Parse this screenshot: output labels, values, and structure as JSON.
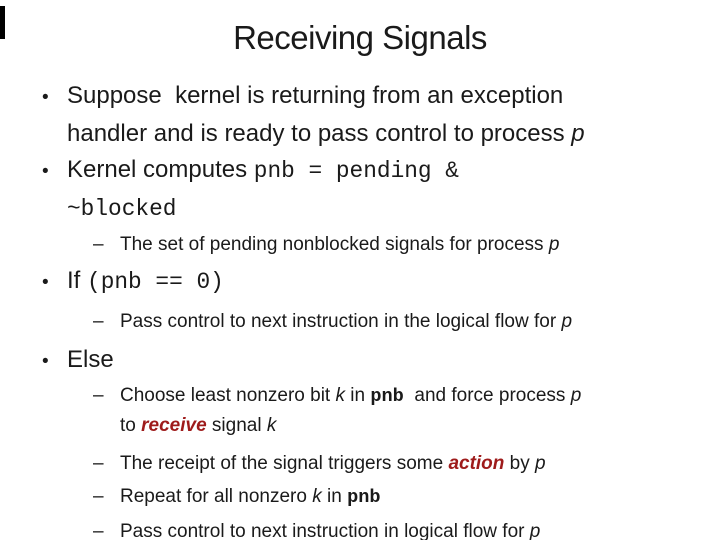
{
  "slide": {
    "title": "Receiving Signals",
    "markers": {
      "bullet": "•",
      "dash": "–"
    },
    "colors": {
      "background": "#ffffff",
      "text": "#1a1a1a",
      "accent_red": "#9E1B1B",
      "edge_mark": "#000000"
    },
    "rows": [
      {
        "segs": [
          {
            "t": "Suppose  kernel is returning from an exception"
          }
        ]
      },
      {
        "segs": [
          {
            "t": "handler and is ready to pass control to process "
          },
          {
            "t": "p"
          }
        ]
      },
      {
        "segs": [
          {
            "t": "Kernel computes "
          },
          {
            "t": "pnb = pending &"
          }
        ]
      },
      {
        "segs": [
          {
            "t": "~blocked"
          }
        ]
      },
      {
        "segs": [
          {
            "t": "The set of pending nonblocked signals for process "
          },
          {
            "t": "p"
          }
        ]
      },
      {
        "segs": [
          {
            "t": "If "
          },
          {
            "t": "(pnb == 0)"
          }
        ]
      },
      {
        "segs": [
          {
            "t": "Pass control to next instruction in the logical flow for "
          },
          {
            "t": "p"
          }
        ]
      },
      {
        "segs": [
          {
            "t": "Else"
          }
        ]
      },
      {
        "segs": [
          {
            "t": "Choose least nonzero bit "
          },
          {
            "t": "k"
          },
          {
            "t": " in "
          },
          {
            "t": "pnb"
          },
          {
            "t": "  and force process "
          },
          {
            "t": "p"
          }
        ]
      },
      {
        "segs": [
          {
            "t": "to "
          },
          {
            "t": "receive"
          },
          {
            "t": " signal "
          },
          {
            "t": "k"
          }
        ]
      },
      {
        "segs": [
          {
            "t": "The receipt of the signal triggers some "
          },
          {
            "t": "action"
          },
          {
            "t": " by "
          },
          {
            "t": "p"
          }
        ]
      },
      {
        "segs": [
          {
            "t": "Repeat for all nonzero "
          },
          {
            "t": "k"
          },
          {
            "t": " in "
          },
          {
            "t": "pnb"
          }
        ]
      },
      {
        "segs": [
          {
            "t": "Pass control to next instruction in logical flow for "
          },
          {
            "t": "p"
          }
        ]
      }
    ]
  }
}
